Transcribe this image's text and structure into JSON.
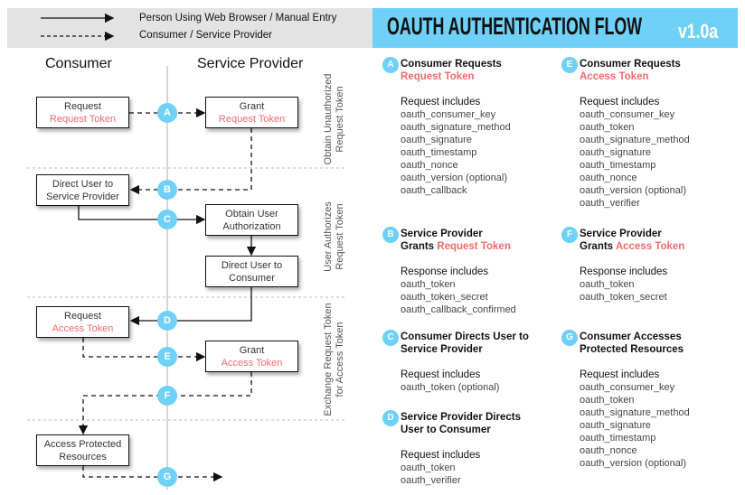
{
  "legend": {
    "solid": "Person Using Web Browser / Manual Entry",
    "dashed": "Consumer / Service Provider"
  },
  "title": "OAUTH AUTHENTICATION FLOW",
  "version": "v1.0a",
  "columns": {
    "consumer": "Consumer",
    "provider": "Service Provider"
  },
  "colors": {
    "accent": "#6fd0f8",
    "token": "#f26b6b"
  },
  "phases": [
    {
      "line1": "Obtain Unauthorized",
      "line2": "Request Token"
    },
    {
      "line1": "User Authorizes",
      "line2": "Request Token"
    },
    {
      "line1": "Exchange Request Token",
      "line2": "for Access Token"
    }
  ],
  "boxes": {
    "req_rt": {
      "l1": "Request",
      "l2": "Request Token"
    },
    "grant_rt": {
      "l1": "Grant",
      "l2": "Request Token"
    },
    "direct_sp": {
      "l1": "Direct User to",
      "l2": "Service Provider"
    },
    "obtain_auth": {
      "l1": "Obtain User",
      "l2": "Authorization"
    },
    "direct_consumer": {
      "l1": "Direct User to",
      "l2": "Consumer"
    },
    "req_at": {
      "l1": "Request",
      "l2": "Access Token"
    },
    "grant_at": {
      "l1": "Grant",
      "l2": "Access Token"
    },
    "access": {
      "l1": "Access Protected",
      "l2": "Resources"
    }
  },
  "steps": [
    {
      "letter": "A",
      "title1": "Consumer Requests",
      "title2": "Request Token",
      "sub": "Request includes",
      "items": [
        "oauth_consumer_key",
        "oauth_signature_method",
        "oauth_signature",
        "oauth_timestamp",
        "oauth_nonce",
        "oauth_version (optional)",
        "oauth_callback"
      ]
    },
    {
      "letter": "B",
      "title1": "Service Provider",
      "title2a": "Grants ",
      "title2": "Request Token",
      "sub": "Response includes",
      "items": [
        "oauth_token",
        "oauth_token_secret",
        "oauth_callback_confirmed"
      ]
    },
    {
      "letter": "C",
      "title1": "Consumer Directs User to",
      "title2b": "Service Provider",
      "sub": "Request includes",
      "items": [
        "oauth_token (optional)"
      ]
    },
    {
      "letter": "D",
      "title1": "Service Provider Directs",
      "title2b": "User to Consumer",
      "sub": "Request includes",
      "items": [
        "oauth_token",
        "oauth_verifier"
      ]
    },
    {
      "letter": "E",
      "title1": "Consumer Requests",
      "title2": "Access Token",
      "sub": "Request includes",
      "items": [
        "oauth_consumer_key",
        "oauth_token",
        "oauth_signature_method",
        "oauth_signature",
        "oauth_timestamp",
        "oauth_nonce",
        "oauth_version (optional)",
        "oauth_verifier"
      ]
    },
    {
      "letter": "F",
      "title1": "Service Provider",
      "title2a": "Grants ",
      "title2": "Access Token",
      "sub": "Response includes",
      "items": [
        "oauth_token",
        "oauth_token_secret"
      ]
    },
    {
      "letter": "G",
      "title1": "Consumer Accesses",
      "title2b": "Protected Resources",
      "sub": "Request includes",
      "items": [
        "oauth_consumer_key",
        "oauth_token",
        "oauth_signature_method",
        "oauth_signature",
        "oauth_timestamp",
        "oauth_nonce",
        "oauth_version (optional)"
      ]
    }
  ]
}
